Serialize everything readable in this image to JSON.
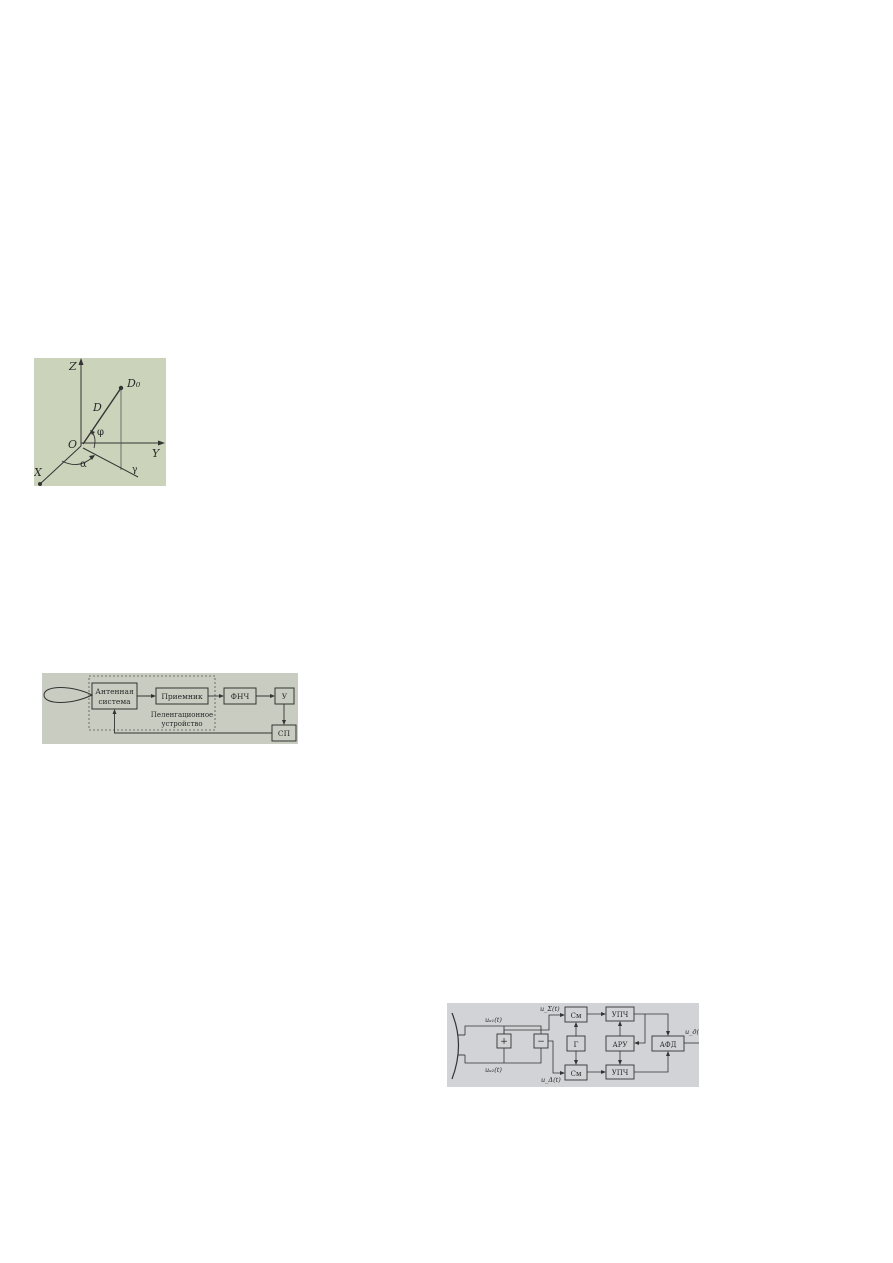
{
  "figure_coords": {
    "axis_z": "Z",
    "axis_y": "Y",
    "axis_x": "X",
    "origin": "O",
    "target": "D₀",
    "range": "D",
    "elevation": "φ",
    "azimuth": "α",
    "projection": "γ"
  },
  "figure_block1": {
    "antenna_line1": "Антенная",
    "antenna_line2": "система",
    "receiver": "Приемник",
    "lpf": "ФНЧ",
    "amplifier": "У",
    "servo": "СП",
    "dfu_line1": "Пеленгационное",
    "dfu_line2": "устройство"
  },
  "figure_block2": {
    "sum_op": "+",
    "diff_op": "−",
    "mixer_top": "См",
    "mixer_bottom": "См",
    "generator": "Г",
    "if_amp_top": "УПЧ",
    "if_amp_bottom": "УПЧ",
    "agc": "АРУ",
    "phase_det": "АФД",
    "u_a1": "uₐ₁(t)",
    "u_a2": "uₐ₂(t)",
    "u_sum": "u_Σ(t)",
    "u_diff": "u_Δ(t)",
    "u_out": "u_д(t)"
  }
}
